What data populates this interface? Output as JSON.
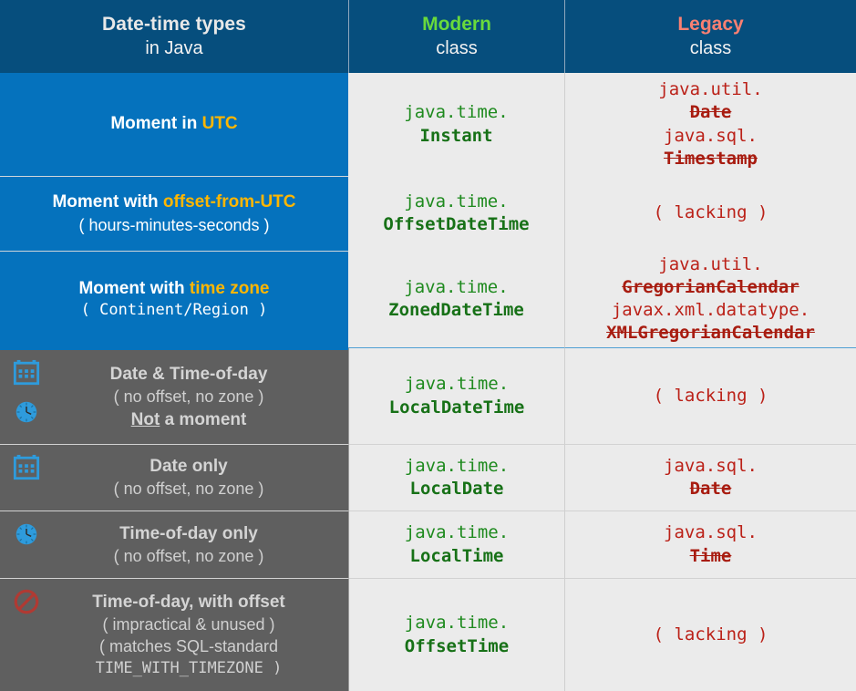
{
  "header": {
    "label_line1": "Date-time types",
    "label_line2": "in Java",
    "modern_word": "Modern",
    "modern_sub": "class",
    "legacy_word": "Legacy",
    "legacy_sub": "class"
  },
  "colors": {
    "header_bg": "#064e7d",
    "moment_bg": "#0572bd",
    "local_bg": "#5f5f5f",
    "cell_bg": "#ebebeb",
    "modern_accent": "#69da3c",
    "legacy_accent": "#fa8072",
    "highlight": "#ffb600",
    "code_green_pkg": "#1e8a1e",
    "code_green_cls": "#177117",
    "code_red": "#bb2118",
    "icon_blue": "#2e9bdc",
    "icon_red": "#b03a33"
  },
  "rows": [
    {
      "kind": "moment",
      "title_pre": "Moment in ",
      "title_hl": "UTC",
      "title_post": "",
      "sub": "",
      "sub_mono": false,
      "icons": [],
      "modern": {
        "pkg": "java.time.",
        "cls": "Instant"
      },
      "legacy_lines": [
        {
          "pkg": "java.util.",
          "cls": "Date"
        },
        {
          "pkg": "java.sql.",
          "cls": "Timestamp"
        }
      ],
      "legacy_lacking": ""
    },
    {
      "kind": "moment",
      "title_pre": "Moment with ",
      "title_hl": "offset-from-UTC",
      "title_post": "",
      "sub": "( hours-minutes-seconds )",
      "sub_mono": false,
      "icons": [],
      "modern": {
        "pkg": "java.time.",
        "cls": "OffsetDateTime"
      },
      "legacy_lines": [],
      "legacy_lacking": "( lacking )"
    },
    {
      "kind": "moment",
      "title_pre": "Moment with ",
      "title_hl": "time zone",
      "title_post": "",
      "sub": "( Continent/Region )",
      "sub_mono": true,
      "icons": [],
      "modern": {
        "pkg": "java.time.",
        "cls": "ZonedDateTime"
      },
      "legacy_lines": [
        {
          "pkg": "java.util.",
          "cls": "GregorianCalendar"
        },
        {
          "pkg": "javax.xml.datatype.",
          "cls": "XMLGregorianCalendar"
        }
      ],
      "legacy_lacking": ""
    },
    {
      "kind": "local",
      "title": "Date & Time-of-day",
      "sub1": "( no offset, no zone )",
      "sub2_pre": "Not",
      "sub2_post": " a moment",
      "sub1_mono": false,
      "icons": [
        "calendar-icon",
        "clock-icon"
      ],
      "modern": {
        "pkg": "java.time.",
        "cls": "LocalDateTime"
      },
      "legacy_lines": [],
      "legacy_lacking": "( lacking )"
    },
    {
      "kind": "local",
      "title": "Date only",
      "sub1": "( no offset, no zone )",
      "sub2_pre": "",
      "sub2_post": "",
      "sub1_mono": false,
      "icons": [
        "calendar-icon"
      ],
      "modern": {
        "pkg": "java.time.",
        "cls": "LocalDate"
      },
      "legacy_lines": [
        {
          "pkg": "java.sql.",
          "cls": "Date"
        }
      ],
      "legacy_lacking": ""
    },
    {
      "kind": "local",
      "title": "Time-of-day only",
      "sub1": "( no offset, no zone )",
      "sub2_pre": "",
      "sub2_post": "",
      "sub1_mono": false,
      "icons": [
        "clock-icon"
      ],
      "modern": {
        "pkg": "java.time.",
        "cls": "LocalTime"
      },
      "legacy_lines": [
        {
          "pkg": "java.sql.",
          "cls": "Time"
        }
      ],
      "legacy_lacking": ""
    },
    {
      "kind": "local",
      "title": "Time-of-day, with offset",
      "sub1": "( impractical & unused )",
      "sub3": "( matches SQL-standard",
      "sub4": "TIME_WITH_TIMEZONE )",
      "sub2_pre": "",
      "sub2_post": "",
      "sub1_mono": false,
      "icons": [
        "prohibition-icon"
      ],
      "modern": {
        "pkg": "java.time.",
        "cls": "OffsetTime"
      },
      "legacy_lines": [],
      "legacy_lacking": "( lacking )"
    }
  ]
}
